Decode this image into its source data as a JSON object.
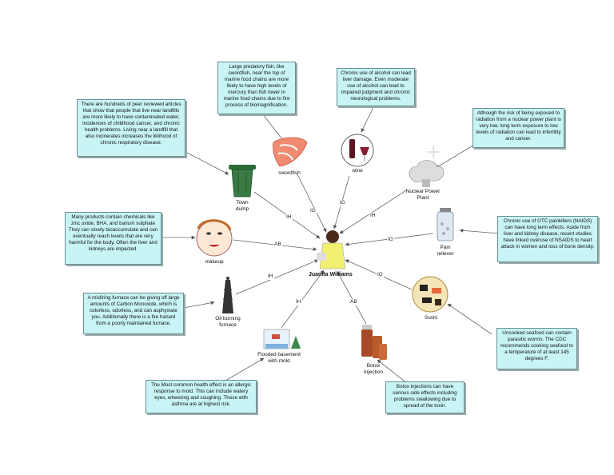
{
  "center": {
    "name": "Juanita Williams"
  },
  "hazards": [
    {
      "key": "swordfish",
      "label": "swordfish",
      "relation": "IG"
    },
    {
      "key": "wine",
      "label": "wine",
      "relation": "IG"
    },
    {
      "key": "nuclear",
      "label": "Nuclear Power Plant",
      "relation": "IH"
    },
    {
      "key": "pain",
      "label": "Pain reliever",
      "relation": "IG"
    },
    {
      "key": "sushi",
      "label": "Sushi",
      "relation": "IG"
    },
    {
      "key": "botox",
      "label": "Botox Injection",
      "relation": "AB"
    },
    {
      "key": "basement",
      "label": "Flooded basement with mold",
      "relation": "IH"
    },
    {
      "key": "furnace",
      "label": "Oil burning furnace",
      "relation": "IH"
    },
    {
      "key": "makeup",
      "label": "makeup",
      "relation": "AB"
    },
    {
      "key": "dump",
      "label": "Town dump",
      "relation": "IH"
    }
  ],
  "notes": {
    "swordfish": "Large predatory fish, like swordfish, near the top of marine food chains are more likely to have high levels of mercury than fish lower in marine food chains due to fire process of biomagnification.",
    "wine": "Chronic use of alcohol can lead liver damage.  Even moderate use of alcohol can lead to impaired judgment and chronic neurological problems.",
    "nuclear": "Although the risk of being exposed to radiation from a nuclear power plant is very low, long term exposure to low levels of radiation can lead to infertility and cancer.",
    "pain": "Chronic use of OTC painkillers (NAIDS) can have long term effects. Aside from liver and kidney disease, recent studies have linked overuse of NSAIDS to heart attack in women and loss of bone density.",
    "sushi": "Uncooked seafood can contain parasitic worms.  The CDC recommends cooking seafood to a temperature of at least 145 degrees F.",
    "botox": "Botox injections can have serious side effects including problems swallowing due to spread of the toxin.",
    "basement": "The Most common health effect is an allergic response to mold.  This can include watery eyes, wheezing and coughing. Those with asthma are at highest risk.",
    "furnace": "A misfiring furnace can be giving off large amounts of Carbon Monoxide, which is colorless, odorless, and can asphyxiate you.  Additionally there is a fire hazard from a poorly maintained furnace.",
    "makeup": "Many products contain chemicals like zinc oxide, BHA, and barium sulphate They can slowly bioaccumulate and can eventually reach levels that are very harmful for the body. Often the liver and kidneys are impacted.",
    "dump": "There are hundreds of peer reviewed articles that show that people that live near landfills are more likely to have contaminated water, incidences of childhood cancer, and chronic health problems.  Living near a landfill that also incinerates increases the liklihood of chronic respiratory disease."
  }
}
